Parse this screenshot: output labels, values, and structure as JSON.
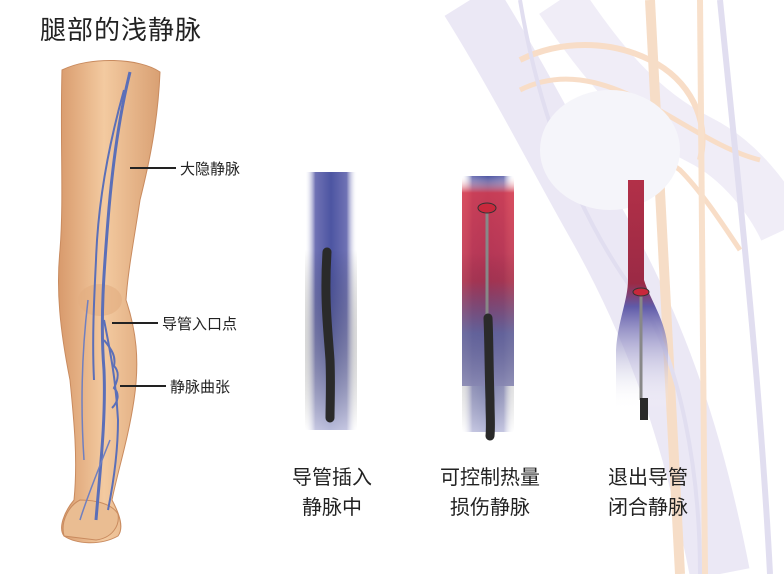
{
  "title": "腿部的浅静脉",
  "labels": {
    "great_saphenous": "大隐静脉",
    "catheter_entry": "导管入口点",
    "varicose": "静脉曲张"
  },
  "steps": [
    {
      "line1": "导管插入",
      "line2": "静脉中"
    },
    {
      "line1": "可控制热量",
      "line2": "损伤静脉"
    },
    {
      "line1": "退出导管",
      "line2": "闭合静脉"
    }
  ],
  "colors": {
    "skin": "#f0c49a",
    "vein": "#5b6fb8",
    "vein_bg": "#6f6fae",
    "heat": "#c8283c",
    "catheter": "#2a2a2a"
  }
}
